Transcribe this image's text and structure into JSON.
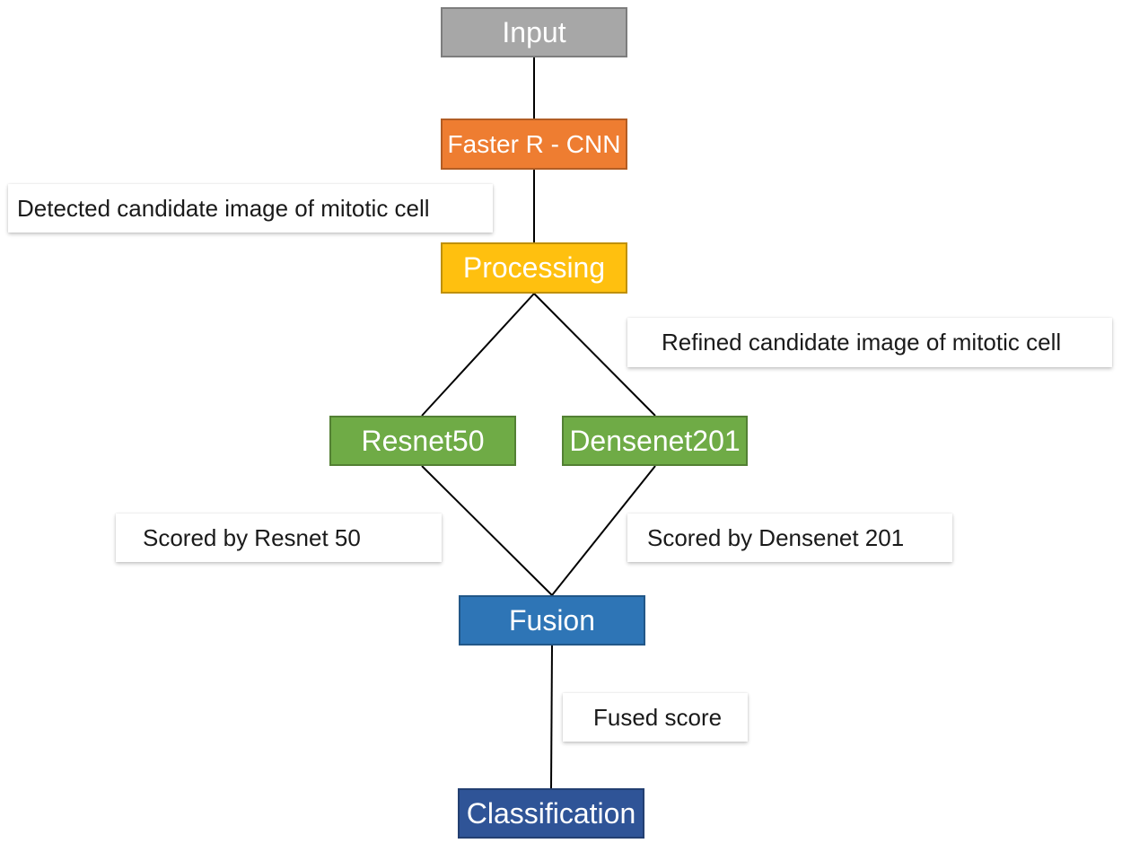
{
  "nodes": {
    "input": {
      "label": "Input",
      "color": "#A7A7A7"
    },
    "faster_rcnn": {
      "label": "Faster R - CNN",
      "color": "#EE7D31"
    },
    "processing": {
      "label": "Processing",
      "color": "#FFC00F"
    },
    "resnet50": {
      "label": "Resnet50",
      "color": "#6FAB46"
    },
    "densenet201": {
      "label": "Densenet201",
      "color": "#6FAB46"
    },
    "fusion": {
      "label": "Fusion",
      "color": "#2E75B6"
    },
    "classification": {
      "label": "Classification",
      "color": "#2F5497"
    }
  },
  "edge_labels": {
    "detected": "Detected candidate image of mitotic cell",
    "refined": "Refined candidate image of mitotic cell",
    "scored_resnet": "Scored by Resnet 50",
    "scored_densenet": "Scored by Densenet 201",
    "fused": "Fused score"
  },
  "line_color": "#000000"
}
